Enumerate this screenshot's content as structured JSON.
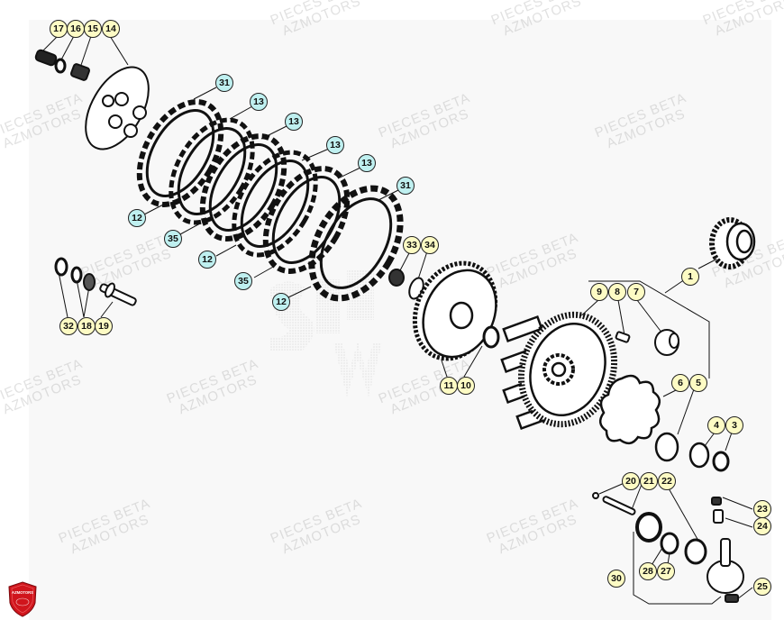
{
  "diagram": {
    "subject": "Clutch assembly exploded parts diagram",
    "watermark": {
      "line1": "PIECES BETA",
      "line2": "AZMOTORS"
    },
    "logo_text": "AZMOTORS",
    "colors": {
      "callout_yellow": "#fdfbc4",
      "callout_cyan": "#bff0f0",
      "panel_bg": "#f8f8f8",
      "logo_red": "#d0151c"
    },
    "callouts": [
      {
        "id": "c17",
        "label": "17",
        "color": "yellow"
      },
      {
        "id": "c16",
        "label": "16",
        "color": "yellow"
      },
      {
        "id": "c15",
        "label": "15",
        "color": "yellow"
      },
      {
        "id": "c14",
        "label": "14",
        "color": "yellow"
      },
      {
        "id": "c31a",
        "label": "31",
        "color": "cyan"
      },
      {
        "id": "c13a",
        "label": "13",
        "color": "cyan"
      },
      {
        "id": "c13b",
        "label": "13",
        "color": "cyan"
      },
      {
        "id": "c13c",
        "label": "13",
        "color": "cyan"
      },
      {
        "id": "c13d",
        "label": "13",
        "color": "cyan"
      },
      {
        "id": "c31b",
        "label": "31",
        "color": "cyan"
      },
      {
        "id": "c12a",
        "label": "12",
        "color": "cyan"
      },
      {
        "id": "c35a",
        "label": "35",
        "color": "cyan"
      },
      {
        "id": "c12b",
        "label": "12",
        "color": "cyan"
      },
      {
        "id": "c35b",
        "label": "35",
        "color": "cyan"
      },
      {
        "id": "c12c",
        "label": "12",
        "color": "cyan"
      },
      {
        "id": "c33",
        "label": "33",
        "color": "yellow"
      },
      {
        "id": "c34",
        "label": "34",
        "color": "yellow"
      },
      {
        "id": "c32",
        "label": "32",
        "color": "yellow"
      },
      {
        "id": "c18",
        "label": "18",
        "color": "yellow"
      },
      {
        "id": "c19",
        "label": "19",
        "color": "yellow"
      },
      {
        "id": "c11",
        "label": "11",
        "color": "yellow"
      },
      {
        "id": "c10",
        "label": "10",
        "color": "yellow"
      },
      {
        "id": "c9",
        "label": "9",
        "color": "yellow"
      },
      {
        "id": "c8",
        "label": "8",
        "color": "yellow"
      },
      {
        "id": "c7",
        "label": "7",
        "color": "yellow"
      },
      {
        "id": "c1",
        "label": "1",
        "color": "yellow"
      },
      {
        "id": "c6",
        "label": "6",
        "color": "yellow"
      },
      {
        "id": "c5",
        "label": "5",
        "color": "yellow"
      },
      {
        "id": "c4",
        "label": "4",
        "color": "yellow"
      },
      {
        "id": "c3",
        "label": "3",
        "color": "yellow"
      },
      {
        "id": "c20",
        "label": "20",
        "color": "yellow"
      },
      {
        "id": "c21",
        "label": "21",
        "color": "yellow"
      },
      {
        "id": "c22",
        "label": "22",
        "color": "yellow"
      },
      {
        "id": "c23",
        "label": "23",
        "color": "yellow"
      },
      {
        "id": "c24",
        "label": "24",
        "color": "yellow"
      },
      {
        "id": "c28",
        "label": "28",
        "color": "yellow"
      },
      {
        "id": "c27",
        "label": "27",
        "color": "yellow"
      },
      {
        "id": "c30",
        "label": "30",
        "color": "yellow"
      },
      {
        "id": "c25",
        "label": "25",
        "color": "yellow"
      }
    ]
  }
}
